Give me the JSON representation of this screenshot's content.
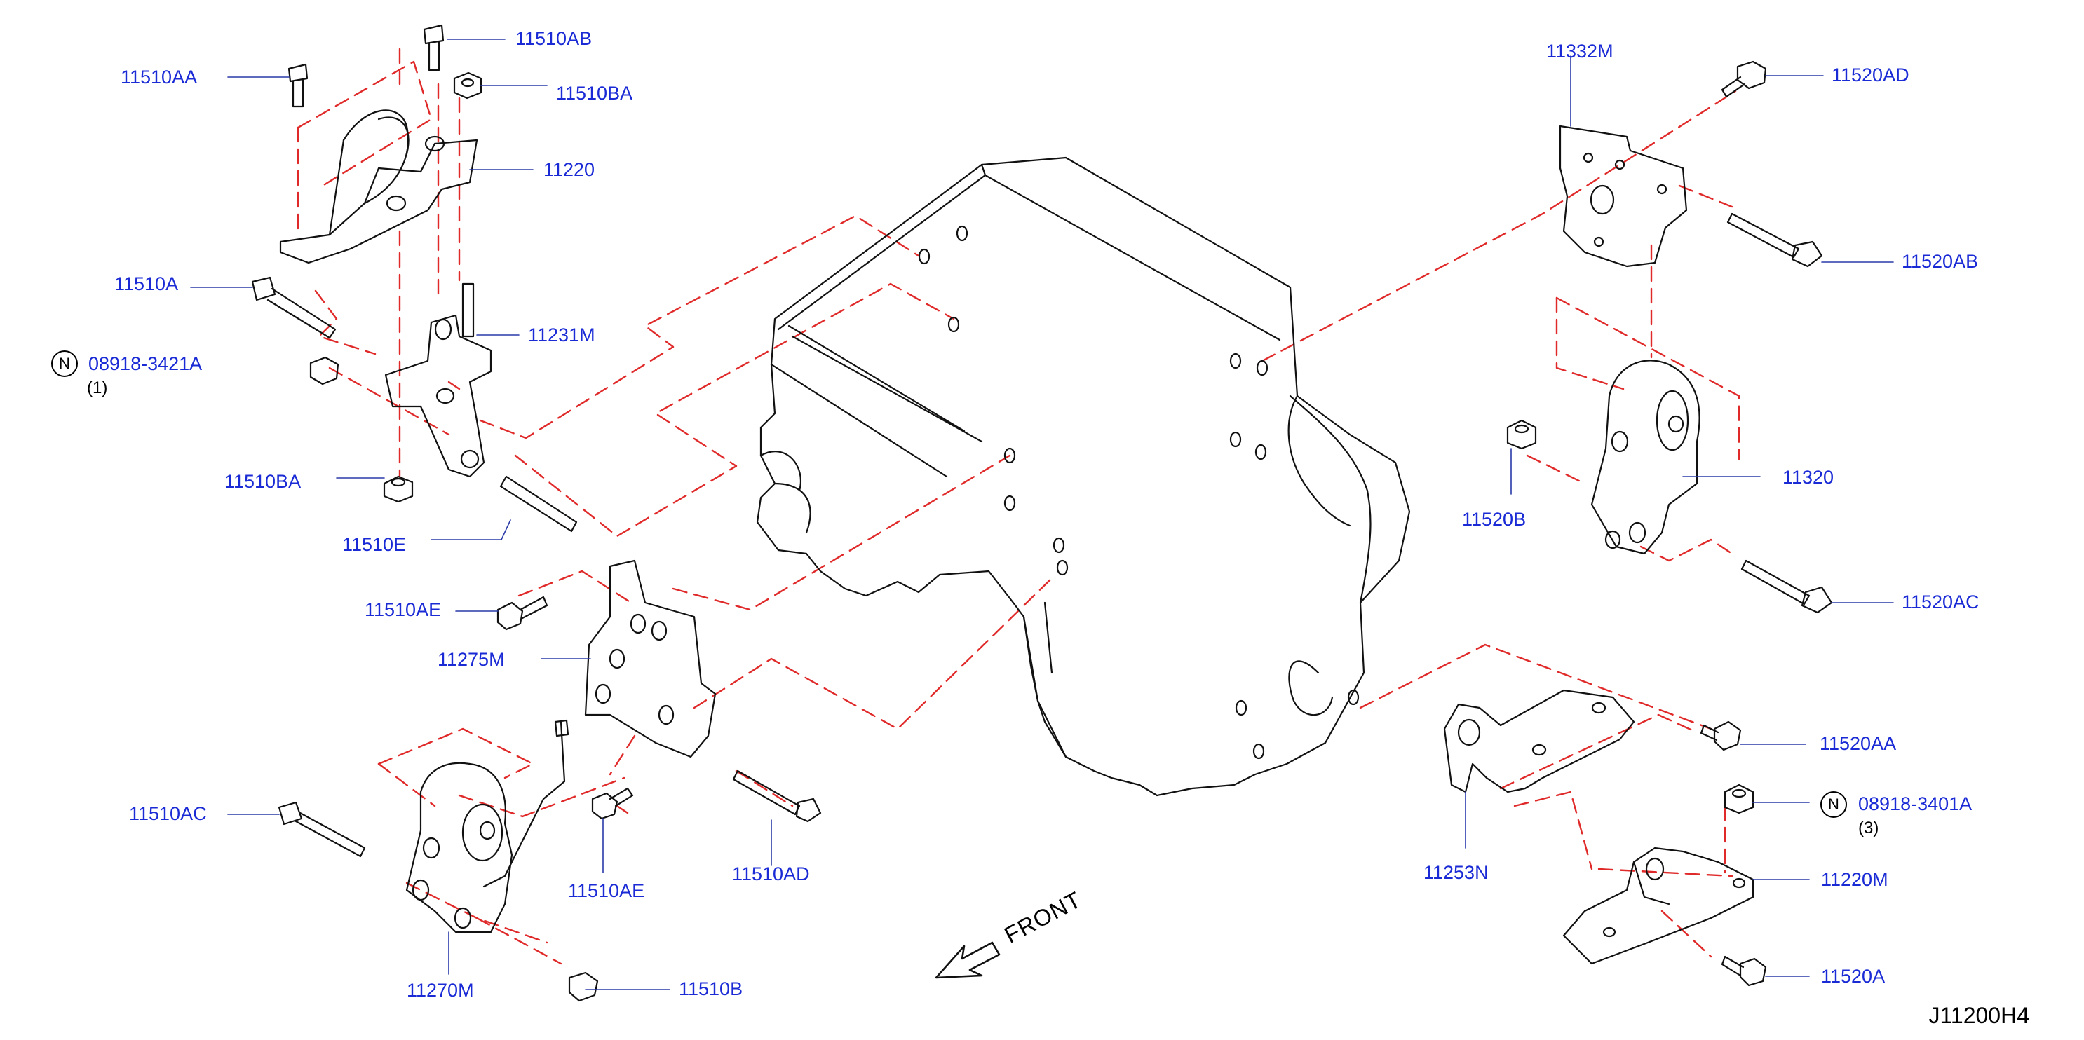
{
  "diagram_id": "J11200H4",
  "front_label": "FRONT",
  "note_symbol": "N",
  "colors": {
    "callout_text": "#1a2bd6",
    "leader_line": "#2a3aa8",
    "outline": "#111111",
    "alignment_dash": "#e02a2a"
  },
  "callouts": {
    "c11510AA": "11510AA",
    "c11510AB": "11510AB",
    "c11510BA_top": "11510BA",
    "c11220": "11220",
    "c11510A": "11510A",
    "c11231M": "11231M",
    "c08918_3421A": "08918-3421A",
    "q08918_3421A": "(1)",
    "c11510BA_bottom": "11510BA",
    "c11510E": "11510E",
    "c11510AE_top": "11510AE",
    "c11275M": "11275M",
    "c11510AC": "11510AC",
    "c11510AE_bottom": "11510AE",
    "c11510AD": "11510AD",
    "c11270M": "11270M",
    "c11510B": "11510B",
    "c11332M": "11332M",
    "c11520AD": "11520AD",
    "c11520AB": "11520AB",
    "c11520B": "11520B",
    "c11320": "11320",
    "c11520AC": "11520AC",
    "c11520AA": "11520AA",
    "c08918_3401A": "08918-3401A",
    "q08918_3401A": "(3)",
    "c11253N": "11253N",
    "c11220M": "11220M",
    "c11520A": "11520A"
  }
}
